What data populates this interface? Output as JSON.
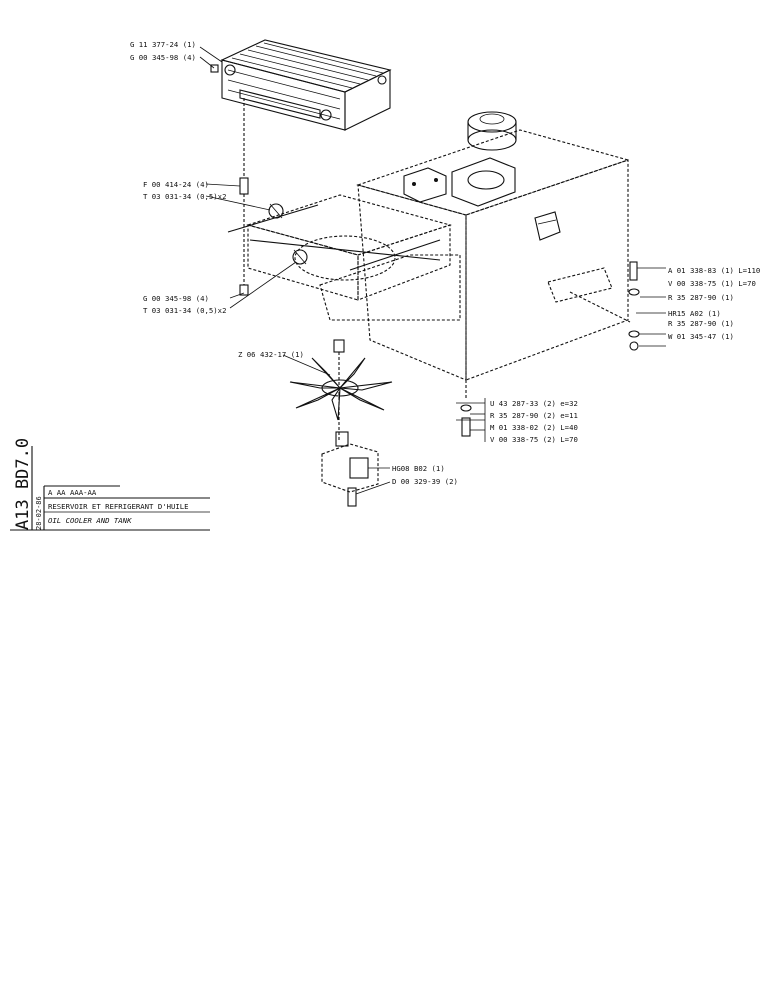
{
  "drawing_code": "A13 BD7.0",
  "date": "28-02-86",
  "title_block": {
    "code_row": "A AA AAA-AA",
    "title_fr": "RESERVOIR ET REFRIGERANT D'HUILE",
    "title_en": "OIL COOLER AND TANK"
  },
  "callouts": {
    "cooler_1": "G 11 377-24 (1)",
    "cooler_2": "G 00 345-98 (4)",
    "hose_1": "F 00 414-24 (4)",
    "hose_2": "T 03 031-34 (0,5)x2",
    "lower_1": "G 00 345-98 (4)",
    "lower_2": "T 03 031-34 (0,5)x2",
    "fan": "Z 06 432-17 (1)",
    "motor_1": "HG08 B02 (1)",
    "motor_2": "D 00 329-39 (2)",
    "tank_r1": "A 01 338-83 (1) L=110",
    "tank_r2": "V 00 338-75 (1) L=70",
    "tank_r3": "R 35 287-90 (1)",
    "tank_r4": "HR15 A02 (1)",
    "tank_r5": "R 35 287-90 (1)",
    "tank_r6": "W 01 345-47 (1)",
    "foot_1": "U 43 287-33 (2) e=32",
    "foot_2": "R 35 287-90 (2) e=11",
    "foot_3": "M 01 338-02 (2) L=40",
    "foot_4": "V 00 338-75 (2) L=70"
  }
}
